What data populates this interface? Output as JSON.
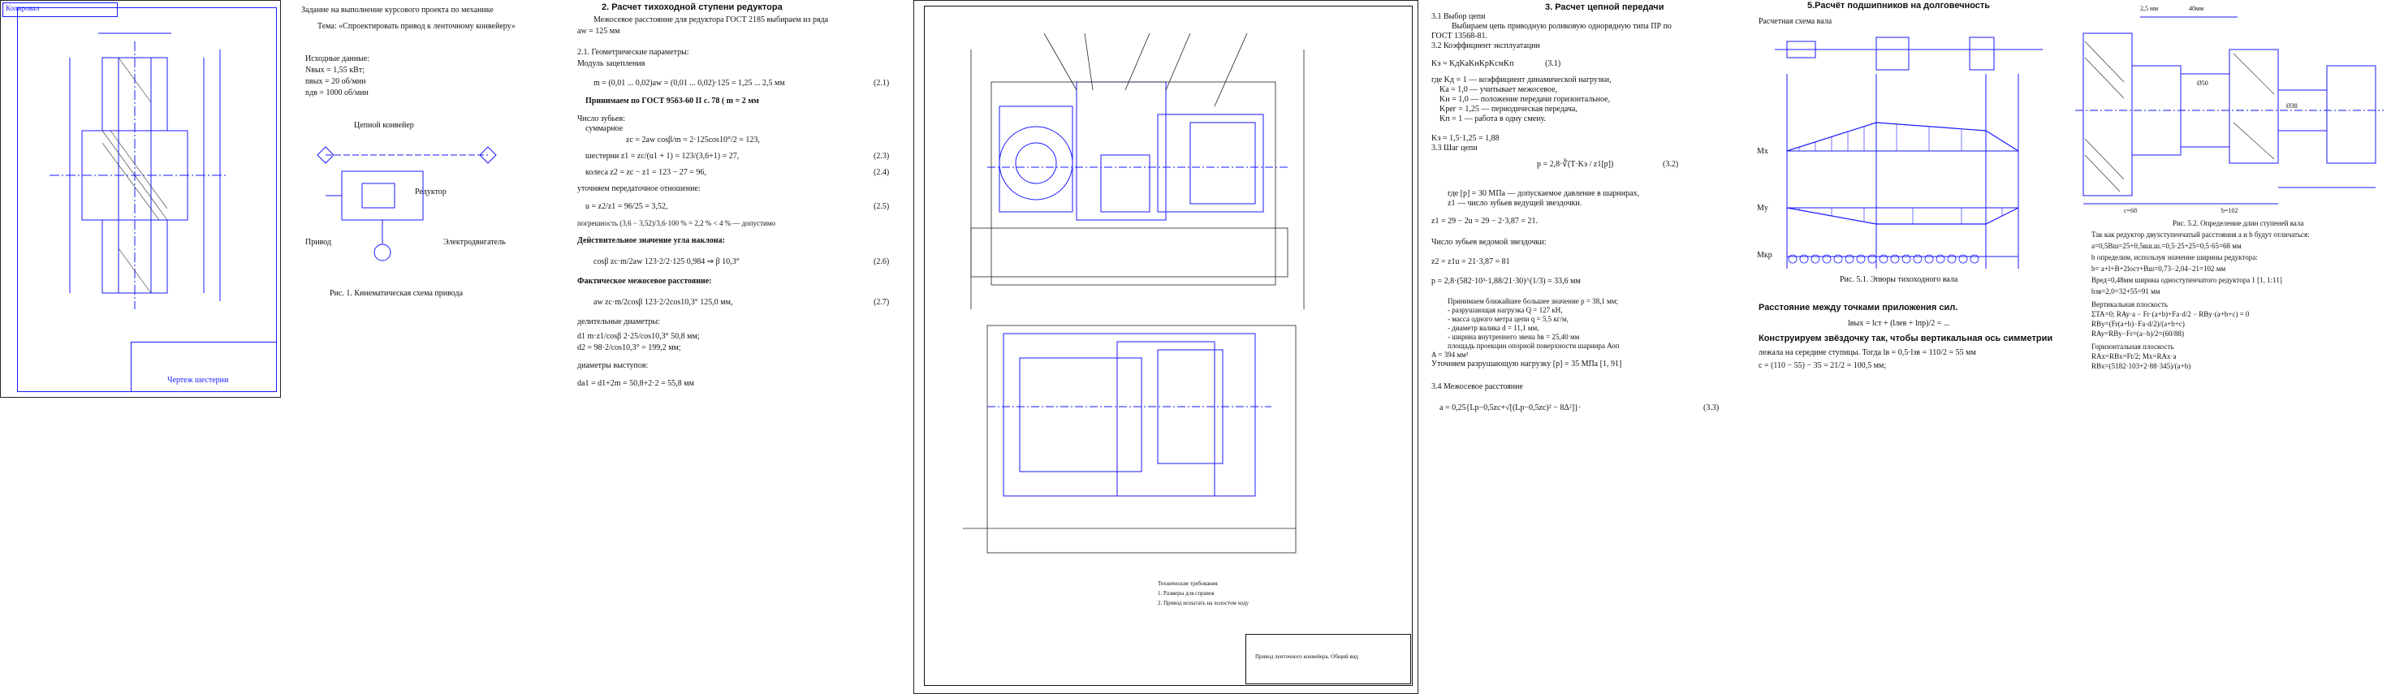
{
  "sheet1": {
    "title_block_text": "Чертеж шестерни",
    "corner_stamp": "Копировал"
  },
  "sheet2": {
    "line1": "Задание на выполнение курсового проекта по механике",
    "line2": "Тема: «Спроектировать привод к ленточному конвейеру»",
    "given_title": "Исходные данные:",
    "given": [
      "Nвых = 1,55 кВт;",
      "nвых = 20 об/мин",
      "nдв = 1000 об/мин"
    ],
    "label_conveyor": "Цепной конвейер",
    "label_reducer": "Редуктор",
    "label_drive": "Привод",
    "label_motor": "Электродвигатель",
    "caption": "Рис. 1. Кинематическая схема привода"
  },
  "sheet3": {
    "heading": "2. Расчет тихоходной ступени редуктора",
    "intro": "Межосевое расстояние для редуктора ГОСТ 2185 выбираем из ряда",
    "aw": "aw = 125 мм",
    "sub": "2.1.  Геометрические параметры:",
    "module_title": "Модуль зацепления",
    "module_formula": "m = (0,01 ... 0,02)aw = (0,01 ... 0,02)·125 = 1,25 ... 2,5 мм",
    "module_eq": "(2.1)",
    "accept": "Принимаем по ГОСТ 9563-60 II с. 78 ( m = 2 мм",
    "teeth_title": "Число зубьев:",
    "teeth_sub": "суммарное",
    "z_sum": "zc = 2aw cosβ/m = 2·125cos10°/2 = 123,",
    "z_shest": "шестерни   z1 = zc/(u1 + 1) = 123/(3,6+1) = 27,",
    "z_shest_eq": "(2.3)",
    "z_kol": "колеса   z2 = zc − z1 = 123 − 27 = 96,",
    "z_kol_eq": "(2.4)",
    "ratio_title": "уточняем передаточное отношение:",
    "ratio": "u = z2/z1 = 96/25 = 3,52,",
    "ratio_eq": "(2.5)",
    "ratio_dev": "погрешность (3,6 − 3,52)/3,6·100 % = 2,2 % < 4 % — допустимо",
    "angle_title": "Действительное значение угла наклона:",
    "angle": "cosβ   zc·m/2aw   123·2/2·125   0,984 ⇒ β   10,3°",
    "angle_eq": "(2.6)",
    "aw_title": "Фактическое межосевое расстояние:",
    "aw_fact": "aw   zc·m/2cosβ   123·2/2cos10,3°   125,0 мм,",
    "aw_fact_eq": "(2.7)",
    "dd_title": "делительные диаметры:",
    "d1": "d1   m·z1/cosβ   2·25/cos10,3°   50,8 мм;",
    "d2": "d2 = 98·2/cos10,3° = 199,2 мм;",
    "da_title": "диаметры выступов:",
    "da": "da1 = d1+2m = 50,8+2·2 = 55,8 мм"
  },
  "sheet4": {
    "title_block_text": "Привод ленточного конвейера. Общий вид",
    "notes": [
      "Технические требования",
      "1. Размеры для справок",
      "2. Привод испытать на холостом ходу"
    ]
  },
  "sheet5": {
    "heading": "3. Расчет цепной передачи",
    "l1": "3.1     Выбор цепи",
    "l2": "Выбираем цепь приводную роликовую однорядную типа ПР по",
    "l3": "ГОСТ 13568-81.",
    "l4": "3.2     Коэффициент эксплуатации",
    "ke": "Kэ = KдKаKнKрKсмKп",
    "ke_eq": "(3.1)",
    "where": [
      "где Kд = 1 — коэффициент динамической нагрузки,",
      "Kа = 1,0 — учитывает межосевое,",
      "Kн = 1,0 — положение передачи горизонтальное,",
      "Kрег = 1,25 — периодическая передача,",
      "Kп = 1 — работа в одну смену."
    ],
    "ke_val": "Kэ = 1,5·1,25 = 1,88",
    "pitch_title": "3.3     Шаг цепи",
    "pitch_formula": "p = 2,8·∛(T·Kэ / z1[p])",
    "pitch_eq": "(3.2)",
    "pitch_where": [
      "где [p] = 30 МПа — допускаемое давление в шарнирах,",
      "z1 — число зубьев ведущей звездочки."
    ],
    "z1": "z1 = 29 − 2u = 29 − 2·3,87 = 21.",
    "z2_title": "Число зубьев ведомой звездочки:",
    "z2": "z2 = z1u = 21·3,87 = 81",
    "p_val": "p = 2,8·(582·10³·1,88/21·30)^(1/3) = 33,6 мм",
    "accept_lines": [
      "Принимаем ближайшее большее значение p = 38,1 мм;",
      "- разрушающая нагрузка Q = 127 кН,",
      "- масса одного метра цепи q = 5,5 кг/м,",
      "- диаметр валика d = 11,1 мм,",
      "- ширина внутреннего звена bв = 25,40 мм",
      "площадь проекции опорной поверхности шарнира Аоп",
      "A = 394 мм²"
    ],
    "refine": "Уточняем разрушающую нагрузку [p] = 35 МПа [1, 91]",
    "dist_title": "3.4 Межосевое расстояние",
    "dist": "a = 0,25{Lp−0,5zc+√[(Lp−0,5zc)² − 8Δ²]}·",
    "dist_eq": "(3.3)"
  },
  "sheet6": {
    "heading": "5.Расчёт подшипников на долговечность",
    "sub": "Расчетная схема вала",
    "caption": "Рис. 5.1. Эпюры тихоходного вала",
    "dist_title": "Расстояние между точками приложения сил.",
    "dist_formula": "lвых = lст + (lлев + lпр)/2 = ...",
    "construct": "Конструируем звёздочку так, чтобы вертикальная ось симметрии",
    "construct2": "лежала на середине ступицы. Тогда lв = 0,5·lзв = 110/2 = 55 мм",
    "construct3": "c = (110 − 55) − 35 = 21/2 = 100,5 мм;",
    "labels": [
      "Mx",
      "My",
      "Mкр"
    ]
  },
  "sheet7": {
    "caption": "Рис. 5.2. Определение длин ступеней вала",
    "lines": [
      "Так как редуктор двухступенчатый расстояния a и b будут отличаться:",
      "a=0,5Bш=25+0,5вш.ш.=0,5·25+25=0,5·65=68 мм",
      "b определим, используя значение ширины редуктора:",
      "b= a+l+B+2lост+Bш=0,73−2,04−21=102 мм",
      "Вред=0,48мм ширина одноступенчатого редуктора 1 [1, 1:11]",
      "bзв=2,0=32+55=91 мм",
      "Вертикальная плоскость",
      "ΣTA=0; RAy·a − Fr·(a+b)+Fa·d/2 − RBy·(a+b+c) = 0",
      "RBy=(Fr(a+b)−Fa·d/2)/(a+b+c)",
      "RAy=RBy−Fr=(a−b)/2=(60/88)",
      "Горизонтальная плоскость",
      "RAx=RBx=Ft/2; Mx=RAx·a",
      "RBx=(5182·103+2·88·345)/(a+b)"
    ],
    "dims": [
      "2,5 мм",
      "40мм",
      "Ø50",
      "Ø38",
      "c=68",
      "b=102"
    ]
  }
}
